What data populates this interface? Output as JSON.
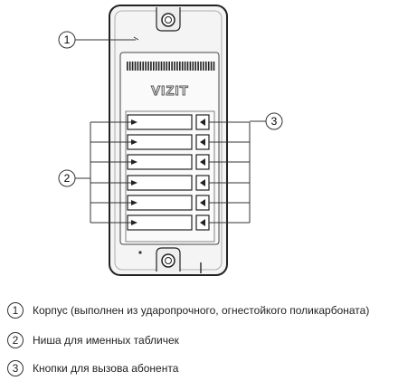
{
  "brand": "VIZIT",
  "callouts": [
    "1",
    "2",
    "3"
  ],
  "legend": [
    {
      "num": "1",
      "text": "Корпус (выполнен из ударопрочного, огнестойкого поликарбоната)"
    },
    {
      "num": "2",
      "text": "Ниша для именных табличек"
    },
    {
      "num": "3",
      "text": "Кнопки для вызова абонента"
    }
  ]
}
